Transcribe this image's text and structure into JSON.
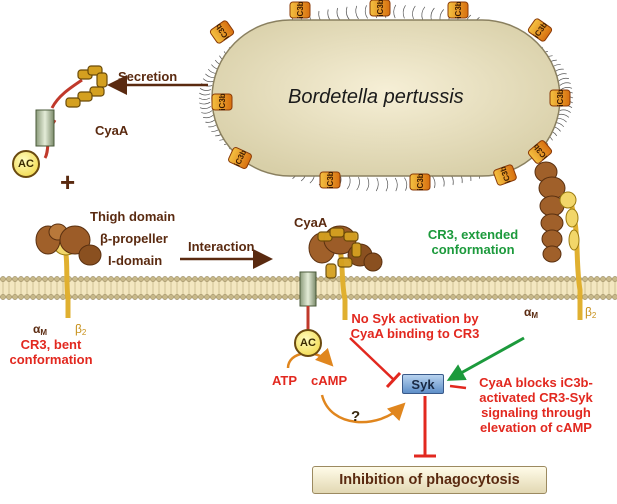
{
  "bacterium": {
    "name": "Bordetella pertussis",
    "tag": "iC3b"
  },
  "secretion": "Secretion",
  "cyaa_free": "CyaA",
  "ac_label": "AC",
  "plus": "+",
  "domains": {
    "thigh": "Thigh domain",
    "propeller": "β-propeller",
    "idomain": "I-domain"
  },
  "interaction": "Interaction",
  "cyaa_bound": "CyaA",
  "cr3_extended": "CR3, extended conformation",
  "alpha_m": {
    "base": "α",
    "sub": "M"
  },
  "beta_2": {
    "base": "β",
    "sub": "2"
  },
  "cr3_bent": "CR3, bent conformation",
  "no_syk": "No Syk activation by CyaA binding to CR3",
  "atp": "ATP",
  "camp": "cAMP",
  "question": "?",
  "syk": "Syk",
  "blocks": "CyaA blocks iC3b-activated CR3-Syk signaling through elevation of cAMP",
  "inhibition": "Inhibition of phagocytosis",
  "colors": {
    "membrane": "#e9d9a8",
    "integrin_alpha": "#a86a28",
    "integrin_beta": "#f0d060",
    "bacterium": "#ece3c4",
    "tag": "#e8a418",
    "red": "#e2281f",
    "green": "#1c9a3c",
    "brown": "#5a2a10"
  }
}
